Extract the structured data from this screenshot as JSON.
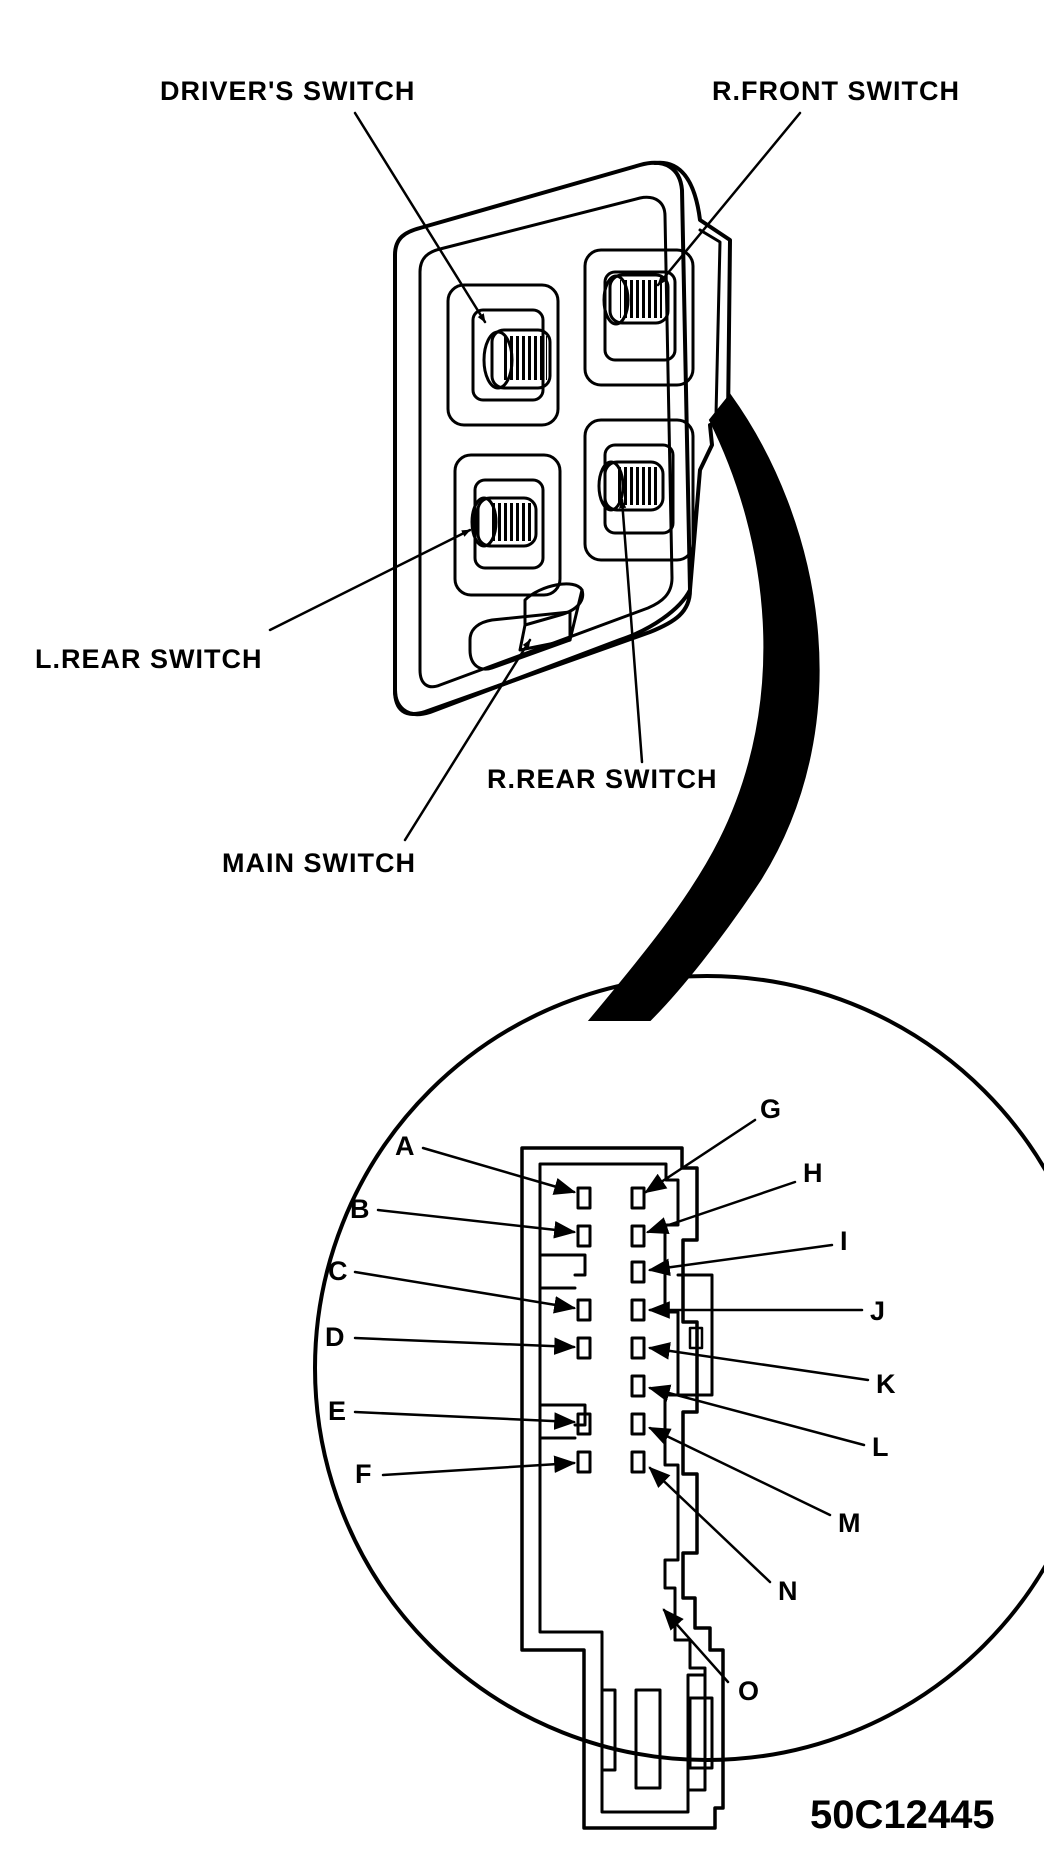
{
  "callouts": {
    "drivers_switch": "DRIVER'S SWITCH",
    "r_front_switch": "R.FRONT SWITCH",
    "l_rear_switch": "L.REAR SWITCH",
    "r_rear_switch": "R.REAR SWITCH",
    "main_switch": "MAIN SWITCH"
  },
  "connector_terminals": [
    "A",
    "B",
    "C",
    "D",
    "E",
    "F",
    "G",
    "H",
    "I",
    "J",
    "K",
    "L",
    "M",
    "N",
    "O"
  ],
  "figure_id": "50C12445",
  "colors": {
    "ink": "#000000",
    "background": "#ffffff"
  }
}
